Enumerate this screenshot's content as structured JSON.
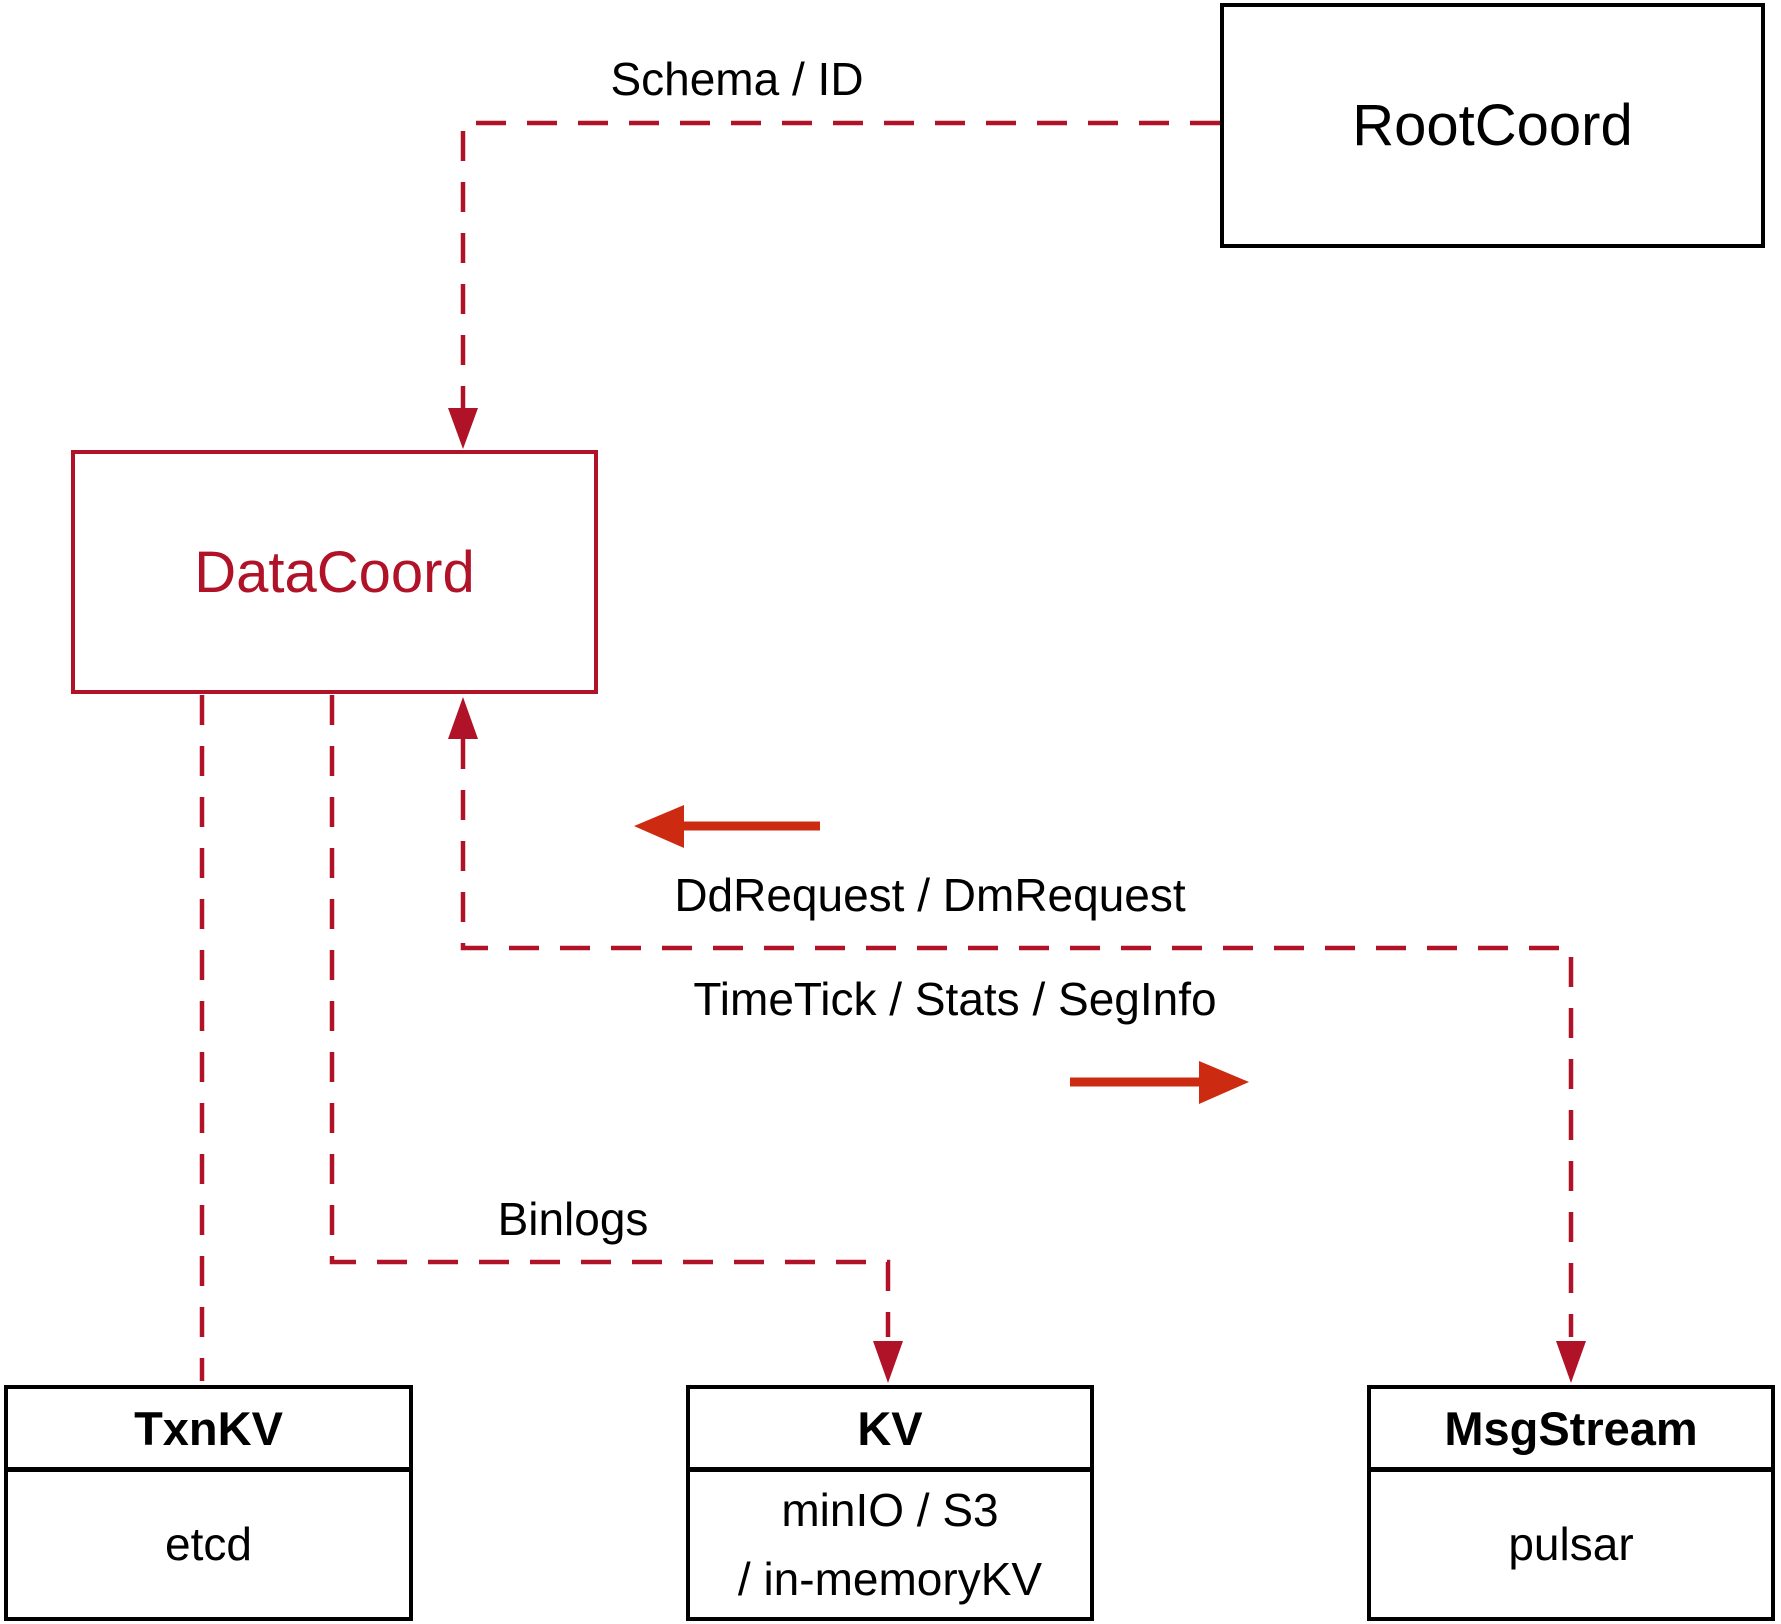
{
  "diagram": {
    "nodes": {
      "rootcoord": {
        "label": "RootCoord"
      },
      "datacoord": {
        "label": "DataCoord"
      },
      "txnkv": {
        "title": "TxnKV",
        "backend": "etcd"
      },
      "kv": {
        "title": "KV",
        "backend_lines": [
          "minIO / S3",
          "/ in-memoryKV"
        ]
      },
      "msgstream": {
        "title": "MsgStream",
        "backend": "pulsar"
      }
    },
    "edge_labels": {
      "schema_id": "Schema / ID",
      "dd_request": "DdRequest / DmRequest",
      "timetick": "TimeTick / Stats / SegInfo",
      "binlogs": "Binlogs"
    },
    "colors": {
      "dashed_line": "#b01228",
      "accent_node": "#b01228",
      "solid_arrow": "#cc2b12",
      "box_border": "#000000",
      "text": "#000000",
      "background": "#ffffff"
    }
  }
}
